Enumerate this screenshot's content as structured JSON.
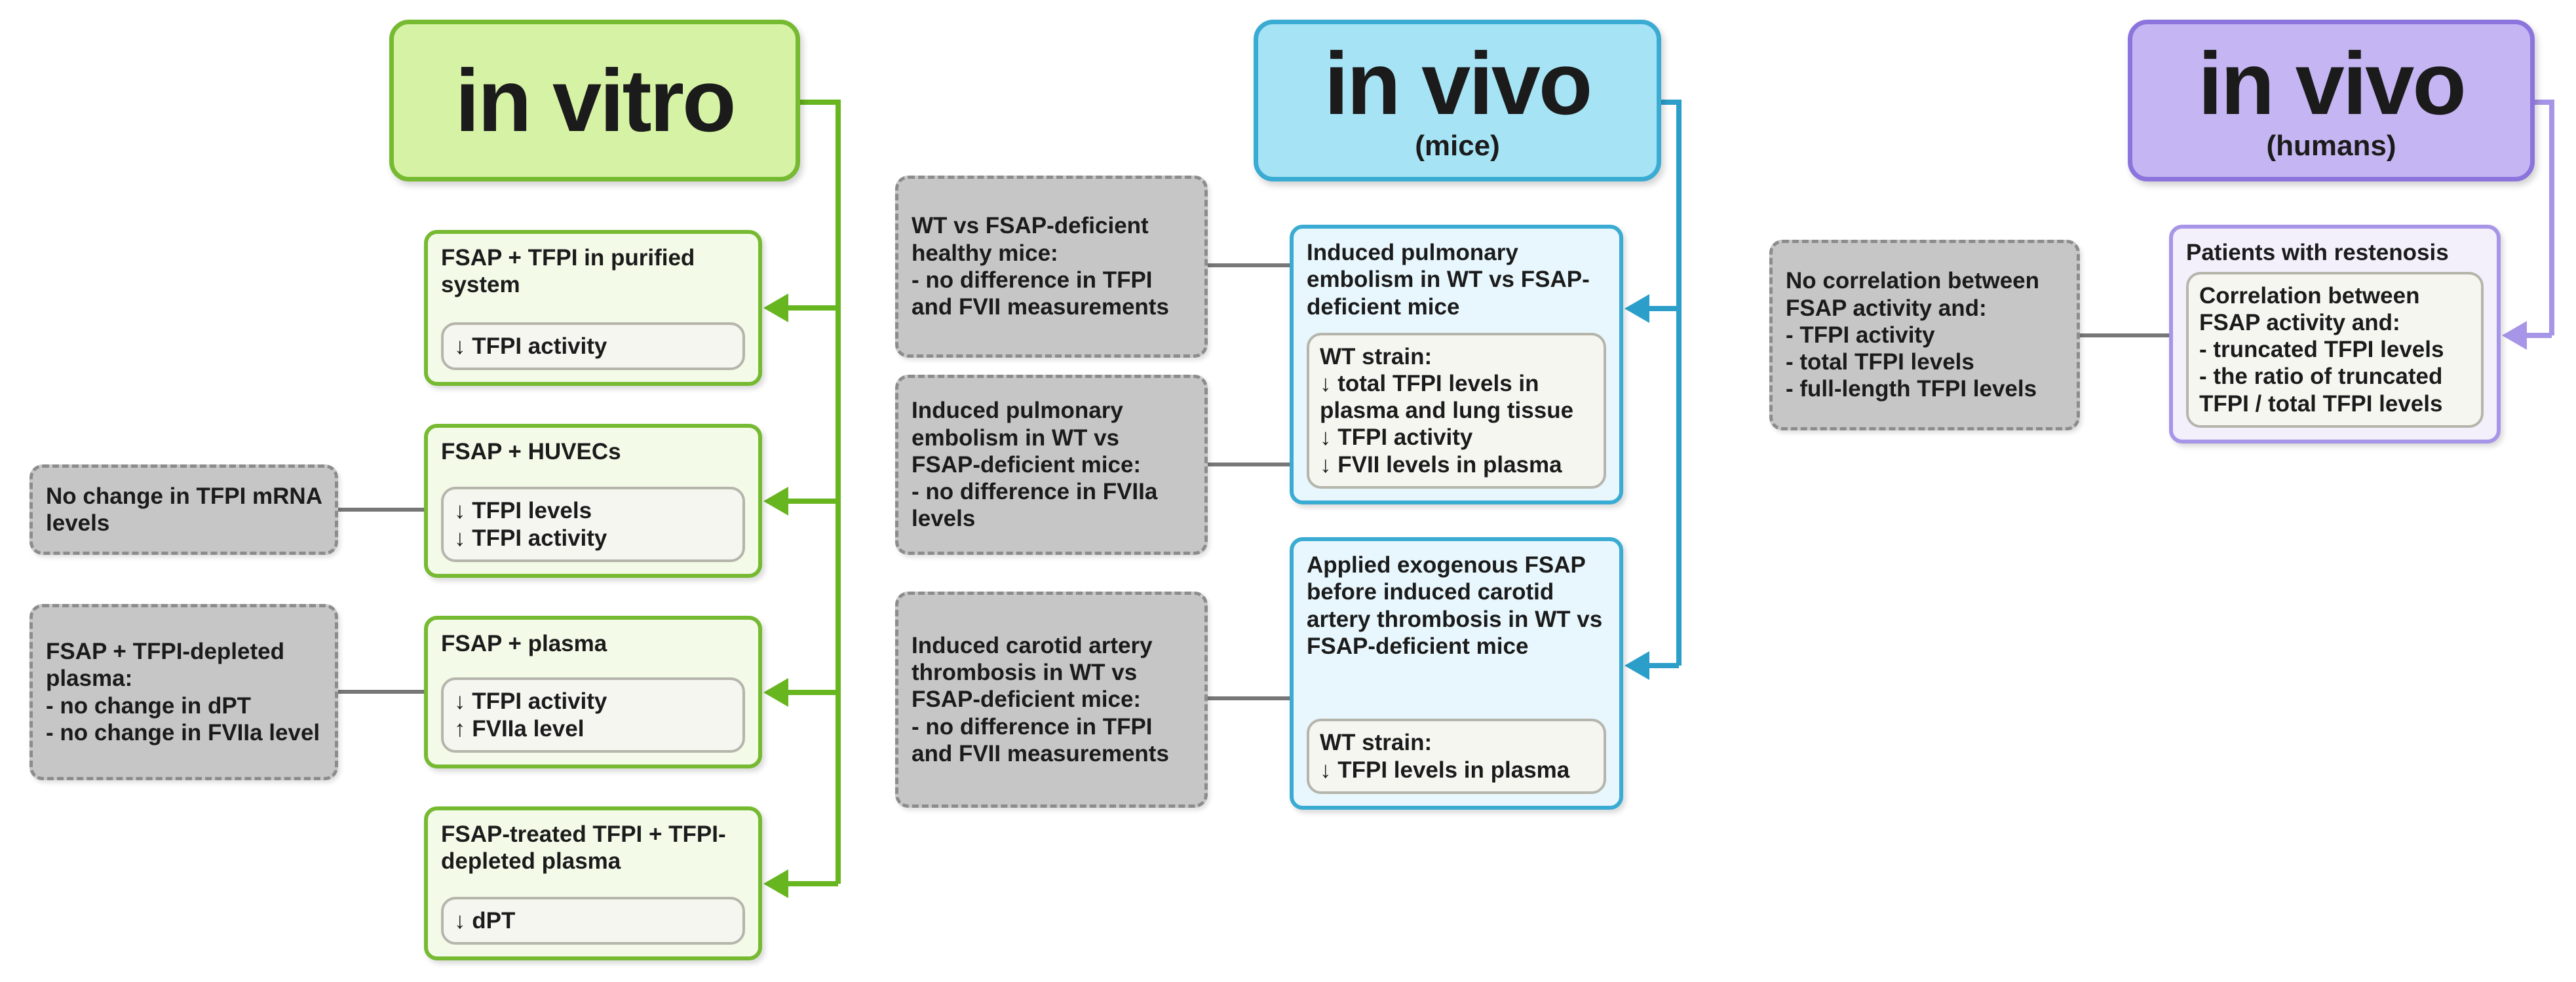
{
  "colors": {
    "text": "#1b1b1b",
    "green": "#76ba32",
    "greenHeaderBg": "#d6f3a5",
    "greenBoxBg": "#f3fae8",
    "greenLine": "#67b51f",
    "cyan": "#3aabd2",
    "cyanHeaderBg": "#a6e4f5",
    "cyanBoxBg": "#e7f7fd",
    "cyanLine": "#2b9fc9",
    "purple": "#8b74dc",
    "purpleHeaderBg": "#c5b5f2",
    "purpleBoxBorder": "#a795e7",
    "purpleBoxBg": "#f3f0fc",
    "purpleLine": "#a795e7",
    "grayBoxBg": "#c6c6c6",
    "grayBoxBorder": "#8c8c8c",
    "connector": "#777777",
    "resultBg": "#f6f6f1",
    "resultBorder": "#b5b5ac"
  },
  "in_vitro": {
    "header": "in vitro",
    "experiments": [
      {
        "title": "FSAP + TFPI in purified system",
        "result": "↓ TFPI activity"
      },
      {
        "title": "FSAP + HUVECs",
        "result": "↓ TFPI levels\n↓ TFPI activity"
      },
      {
        "title": "FSAP + plasma",
        "result": "↓ TFPI activity\n↑ FVIIa level"
      },
      {
        "title": "FSAP-treated TFPI + TFPI-depleted plasma",
        "result": "↓ dPT"
      }
    ],
    "negatives": [
      "No change in TFPI mRNA levels",
      "FSAP + TFPI-depleted plasma:\n- no change in dPT\n- no change in FVIIa level"
    ]
  },
  "in_vivo_mice": {
    "header": "in vivo",
    "subtitle": "(mice)",
    "experiments": [
      {
        "title": "Induced pulmonary embolism in WT vs FSAP-deficient mice",
        "result": "WT strain:\n↓ total TFPI levels in plasma and lung tissue\n↓ TFPI activity\n↓ FVII levels in plasma"
      },
      {
        "title": "Applied exogenous FSAP before induced carotid artery thrombosis in WT vs FSAP-deficient mice",
        "result": "WT strain:\n↓ TFPI levels in plasma"
      }
    ],
    "negatives": [
      "WT vs FSAP-deficient healthy mice:\n- no difference in TFPI and FVII measurements",
      "Induced pulmonary embolism in WT vs FSAP-deficient mice:\n- no difference in FVIIa levels",
      "Induced carotid artery thrombosis in WT vs FSAP-deficient mice:\n- no difference in TFPI and FVII measurements"
    ]
  },
  "in_vivo_humans": {
    "header": "in vivo",
    "subtitle": "(humans)",
    "experiments": [
      {
        "title": "Patients with restenosis",
        "result": "Correlation between FSAP activity and:\n- truncated TFPI levels\n- the ratio of truncated TFPI / total TFPI levels"
      }
    ],
    "negatives": [
      "No correlation between FSAP activity and:\n- TFPI activity\n- total TFPI levels\n- full-length TFPI levels"
    ]
  }
}
